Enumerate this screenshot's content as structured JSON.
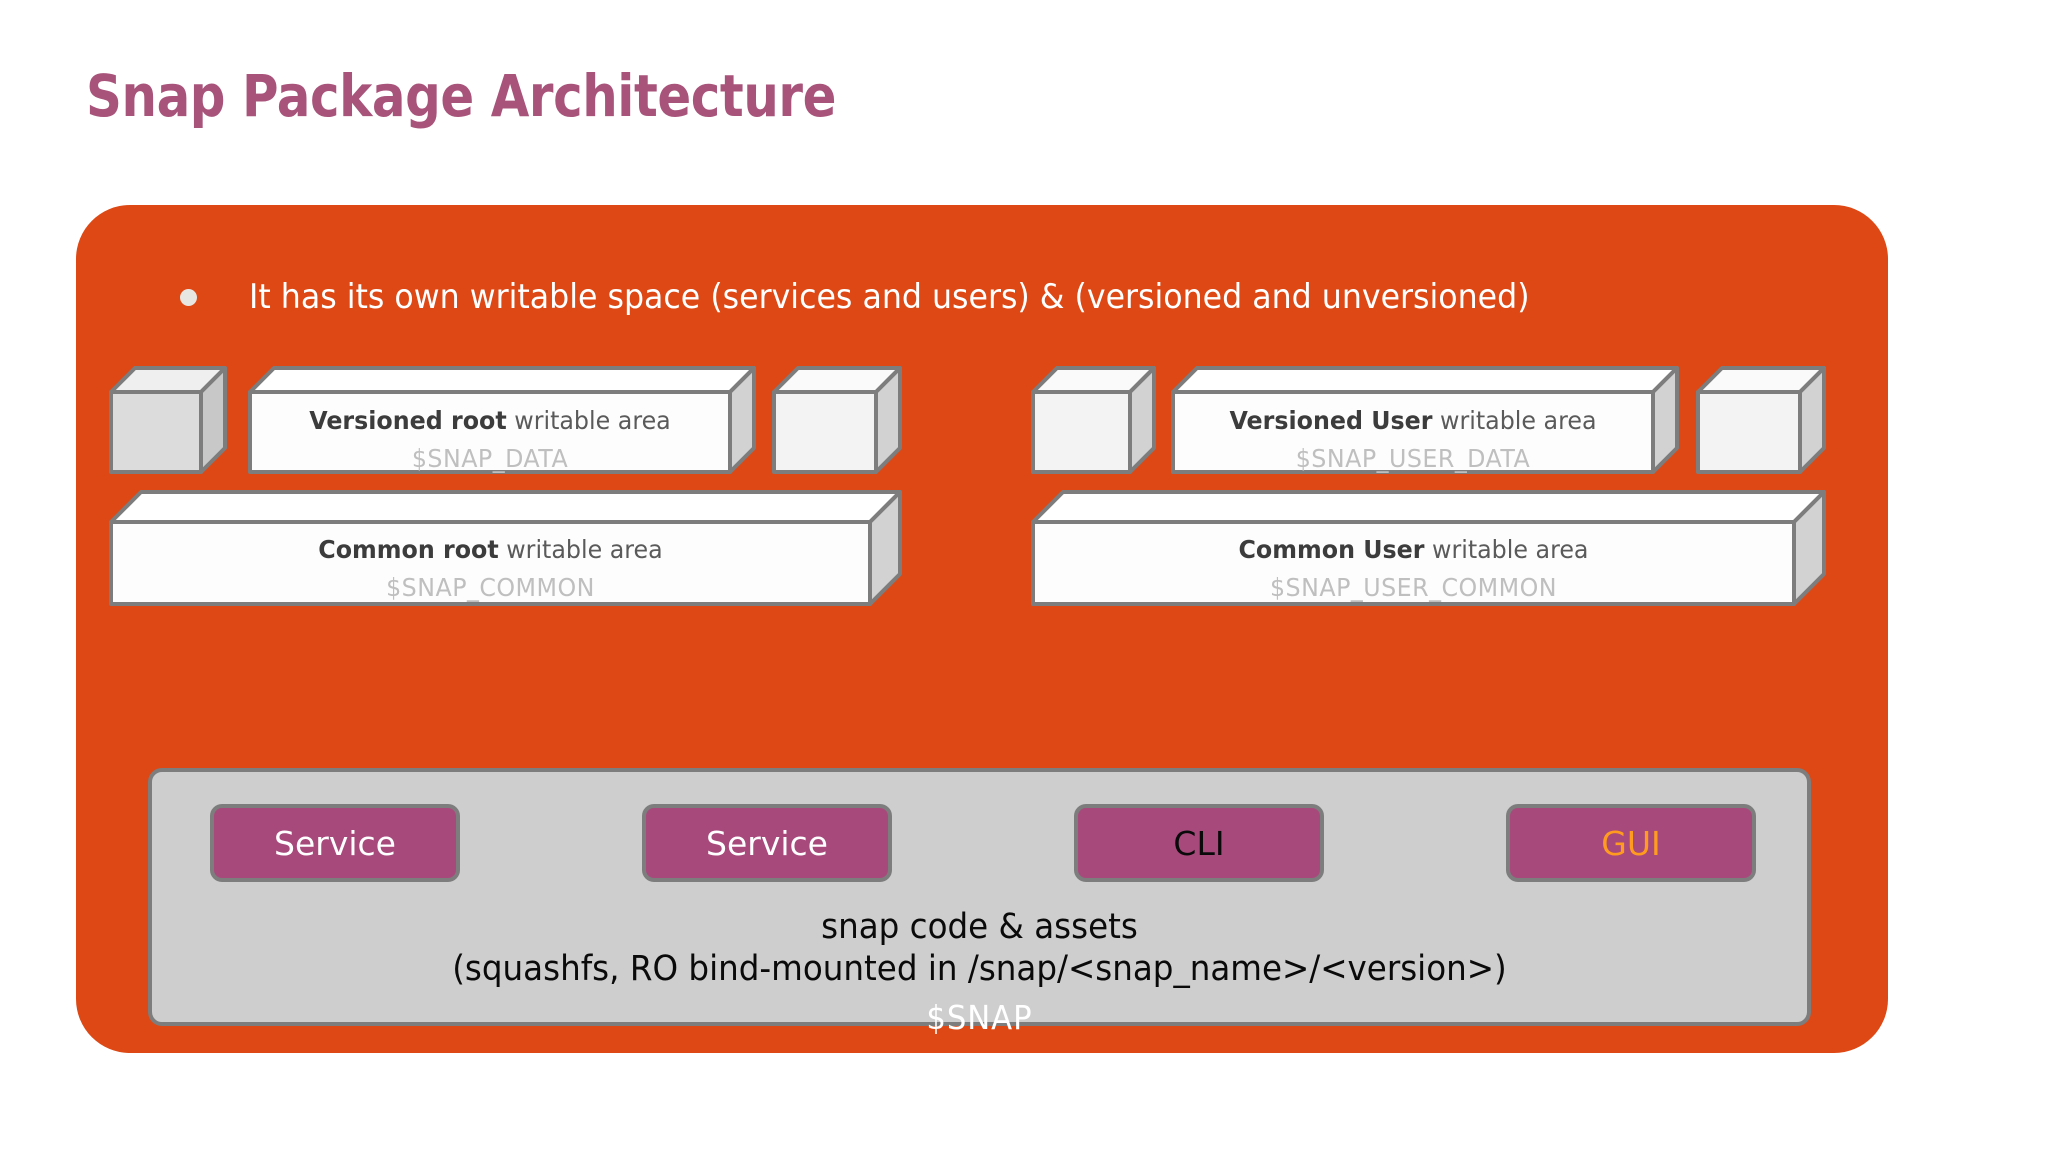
{
  "title": "Snap Package Architecture",
  "colors": {
    "accent_orange": "#DD4814",
    "title_plum": "#A8537A",
    "chip_plum": "#A8497C",
    "gray_panel": "#CECECE",
    "stroke_gray": "#7D7D7D",
    "gui_orange": "#FF9B1F"
  },
  "bullet": {
    "marker": "bullet-dot",
    "text": "It has its own writable space (services and users) & (versioned and unversioned)"
  },
  "writable_areas": {
    "versioned_root": {
      "emphasis": "Versioned root",
      "rest": " writable area",
      "variable": "$SNAP_DATA"
    },
    "versioned_user": {
      "emphasis": "Versioned User",
      "rest": " writable area",
      "variable": "$SNAP_USER_DATA"
    },
    "common_root": {
      "emphasis": "Common root",
      "rest": " writable area",
      "variable": "$SNAP_COMMON"
    },
    "common_user": {
      "emphasis": "Common User",
      "rest": " writable area",
      "variable": "$SNAP_USER_COMMON"
    }
  },
  "decorative_cubes": [
    {
      "name": "cube-left-outer-root"
    },
    {
      "name": "cube-right-inner-root"
    },
    {
      "name": "cube-left-outer-user"
    },
    {
      "name": "cube-right-inner-user"
    }
  ],
  "snap_panel": {
    "chips": [
      {
        "label": "Service",
        "style": "white"
      },
      {
        "label": "Service",
        "style": "white"
      },
      {
        "label": "CLI",
        "style": "black"
      },
      {
        "label": "GUI",
        "style": "orange"
      }
    ],
    "caption_line1": "snap code & assets",
    "caption_line2": "(squashfs, RO bind-mounted in /snap/<snap_name>/<version>)",
    "variable": "$SNAP"
  }
}
